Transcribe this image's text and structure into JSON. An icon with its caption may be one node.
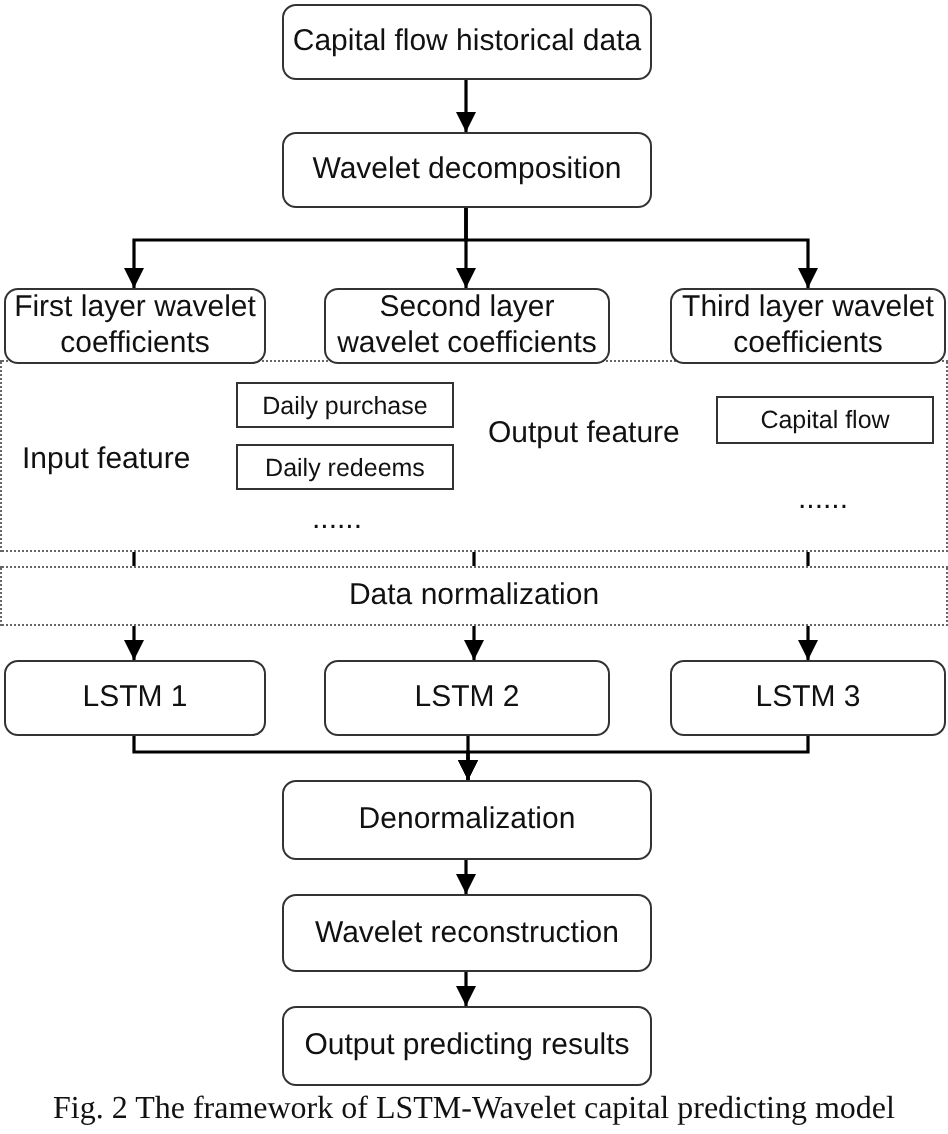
{
  "diagram": {
    "caption": "Fig. 2 The framework of LSTM-Wavelet capital predicting model",
    "nodes": [
      {
        "text": [
          "Capital flow historical data"
        ]
      },
      {
        "text": [
          "Wavelet decomposition"
        ]
      },
      {
        "text": [
          "First layer wavelet coefficients"
        ]
      },
      {
        "text": [
          "Second layer wavelet coefficients"
        ]
      },
      {
        "text": [
          "Third layer wavelet coefficients"
        ]
      },
      {
        "text": [
          "Input feature",
          "Output feature",
          "......",
          "......"
        ]
      },
      {
        "text": [
          "Daily purchase"
        ],
        "in": 5
      },
      {
        "text": [
          "Daily redeems"
        ],
        "in": 5
      },
      {
        "text": [
          "Capital flow"
        ],
        "in": 5
      },
      {
        "text": [
          "Data normalization"
        ]
      },
      {
        "text": [
          "LSTM 1"
        ]
      },
      {
        "text": [
          "LSTM 2"
        ]
      },
      {
        "text": [
          "LSTM 3"
        ]
      },
      {
        "text": [
          "Denormalization"
        ]
      },
      {
        "text": [
          "Wavelet reconstruction"
        ]
      },
      {
        "text": [
          "Output predicting results"
        ]
      }
    ],
    "edges": [
      {
        "from": 0,
        "to": 1,
        "arrow": "to"
      },
      {
        "from": 1,
        "to": 2,
        "arrow": "to"
      },
      {
        "from": 1,
        "to": 3,
        "arrow": "to"
      },
      {
        "from": 1,
        "to": 4,
        "arrow": "to"
      },
      {
        "from": 5,
        "to": 9,
        "arrow": "none"
      },
      {
        "from": 5,
        "to": 9,
        "arrow": "none"
      },
      {
        "from": 5,
        "to": 9,
        "arrow": "none"
      },
      {
        "from": 9,
        "to": 10,
        "arrow": "to"
      },
      {
        "from": 9,
        "to": 11,
        "arrow": "to"
      },
      {
        "from": 9,
        "to": 12,
        "arrow": "to"
      },
      {
        "from": 10,
        "to": 13,
        "arrow": "to"
      },
      {
        "from": 11,
        "to": 13,
        "arrow": "to"
      },
      {
        "from": 12,
        "to": 13,
        "arrow": "to"
      },
      {
        "from": 13,
        "to": 14,
        "arrow": "to"
      },
      {
        "from": 14,
        "to": 15,
        "arrow": "to"
      }
    ]
  }
}
